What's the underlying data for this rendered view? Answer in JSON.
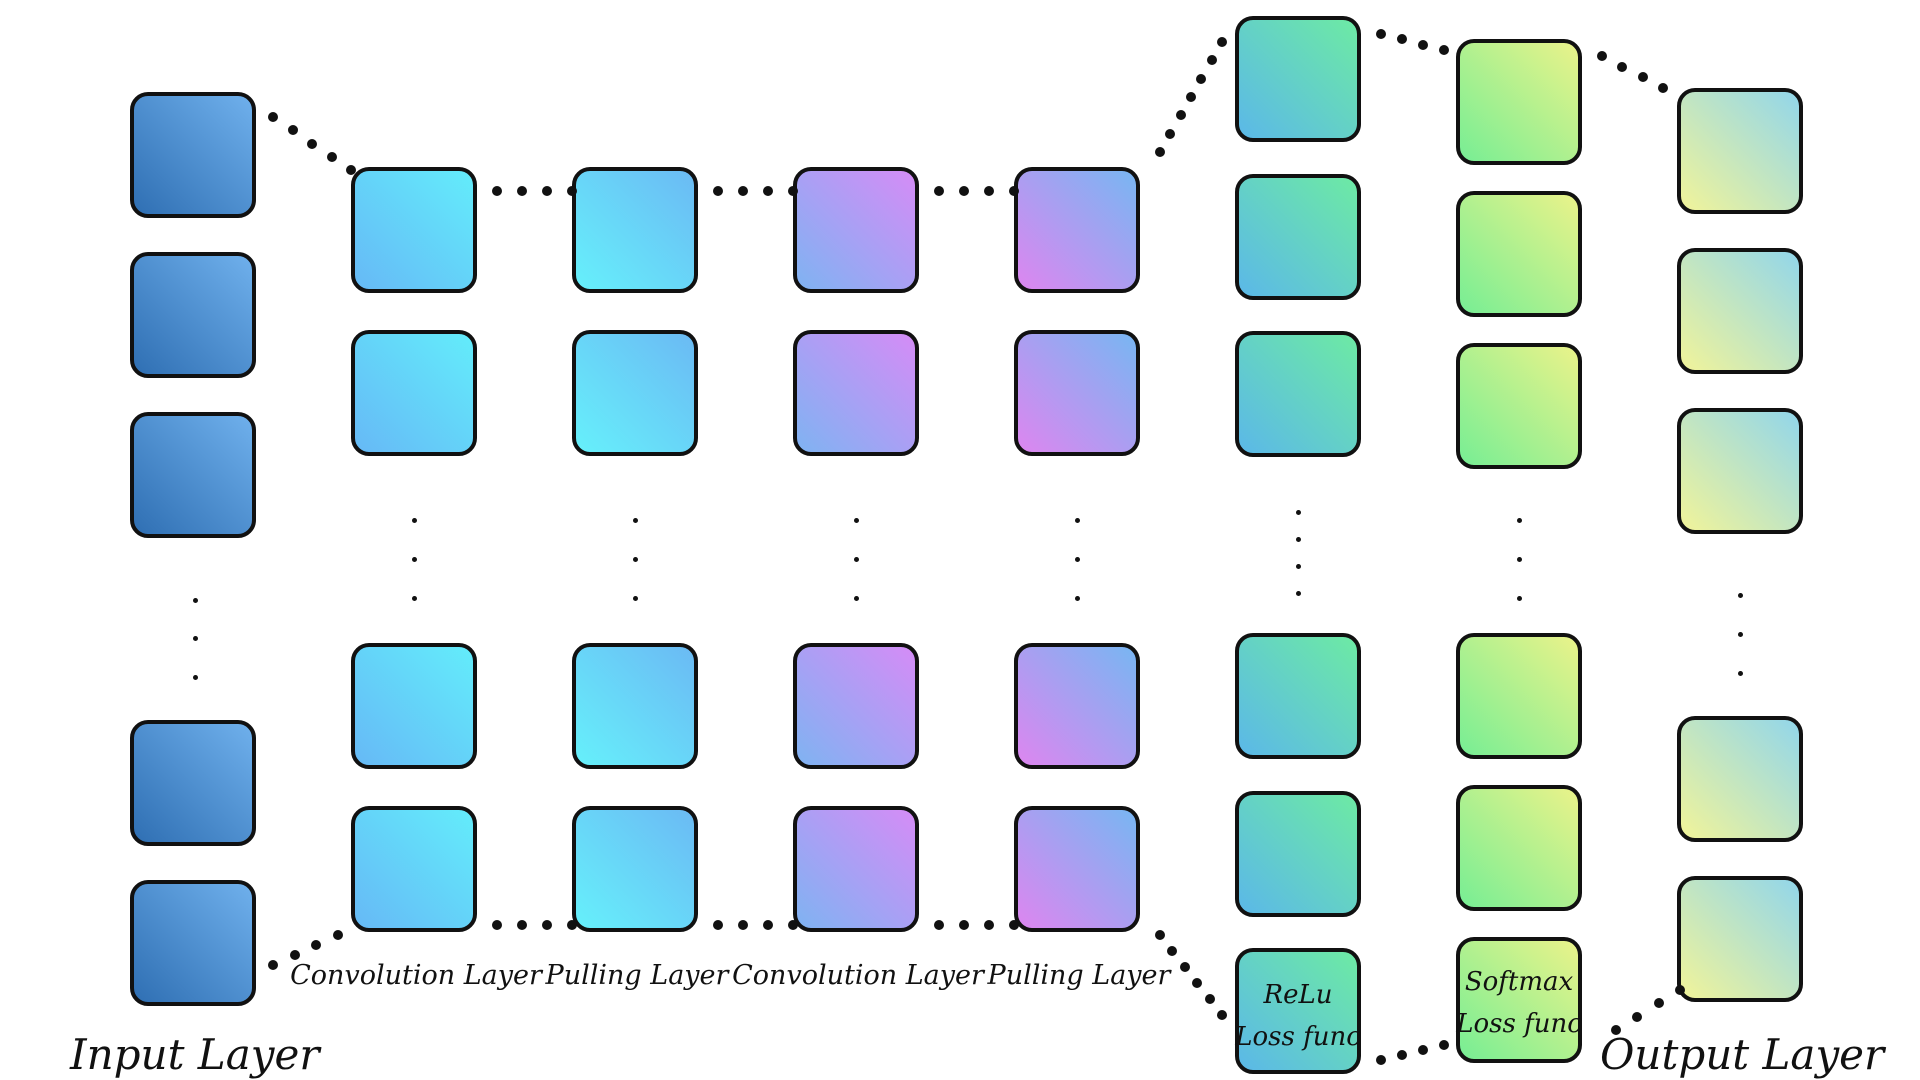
{
  "labels": {
    "input": "Input Layer",
    "output": "Output Layer",
    "captions": [
      "Convolution Layer",
      "Pulling Layer",
      "Convolution Layer",
      "Pulling Layer"
    ],
    "relu_line1": "ReLu",
    "relu_line2": "Loss func",
    "softmax_line1": "Softmax",
    "softmax_line2": "Loss func"
  },
  "colors": {
    "input": [
      "#2f6fb3",
      "#6fb0ec"
    ],
    "conv1": [
      "#66b9f6",
      "#63ecfb"
    ],
    "pool1": [
      "#66f0fb",
      "#6bbaf4"
    ],
    "conv2": [
      "#7fb3f2",
      "#d58cf6"
    ],
    "pool2": [
      "#dd86f0",
      "#78b6f2"
    ],
    "relu": [
      "#5bb8e8",
      "#6deaa4"
    ],
    "softmax": [
      "#77ee94",
      "#eaf38a"
    ],
    "output": [
      "#f1f49a",
      "#92d6ea"
    ],
    "outline": "#111111"
  }
}
